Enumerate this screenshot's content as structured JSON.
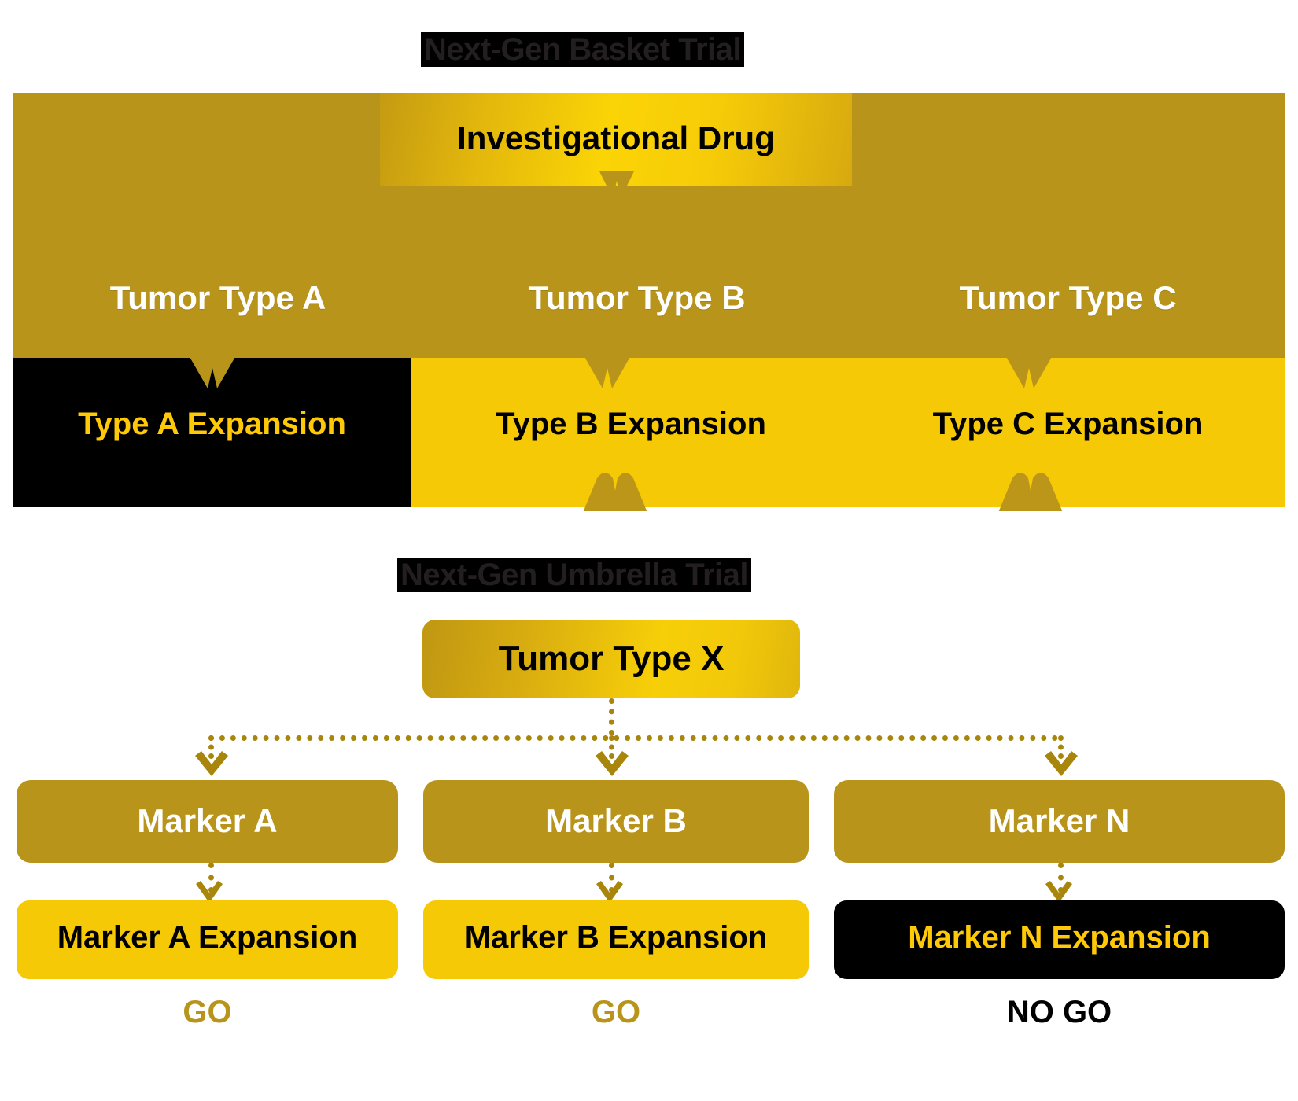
{
  "basket": {
    "title": "Next-Gen Basket Trial",
    "drug": "Investigational Drug",
    "tumor_types": [
      {
        "label": "Tumor Type A"
      },
      {
        "label": "Tumor Type B"
      },
      {
        "label": "Tumor Type C"
      }
    ],
    "expansions": [
      {
        "label": "Type A Expansion",
        "style": "black"
      },
      {
        "label": "Type B Expansion",
        "style": "yellow"
      },
      {
        "label": "Type C Expansion",
        "style": "yellow"
      }
    ]
  },
  "umbrella": {
    "title": "Next-Gen Umbrella Trial",
    "root": "Tumor Type X",
    "markers": [
      {
        "label": "Marker A"
      },
      {
        "label": "Marker B"
      },
      {
        "label": "Marker N"
      }
    ],
    "expansions": [
      {
        "label": "Marker A Expansion",
        "style": "yellow"
      },
      {
        "label": "Marker B Expansion",
        "style": "yellow"
      },
      {
        "label": "Marker N Expansion",
        "style": "black"
      }
    ],
    "verdicts": [
      {
        "label": "GO"
      },
      {
        "label": "GO"
      },
      {
        "label": "NO GO"
      }
    ]
  },
  "colors": {
    "gold_dark": "#b8941a",
    "gold_bright": "#f6c907",
    "gold_text": "#ffc907",
    "connector": "#a8860b",
    "black": "#000000",
    "white": "#ffffff"
  }
}
